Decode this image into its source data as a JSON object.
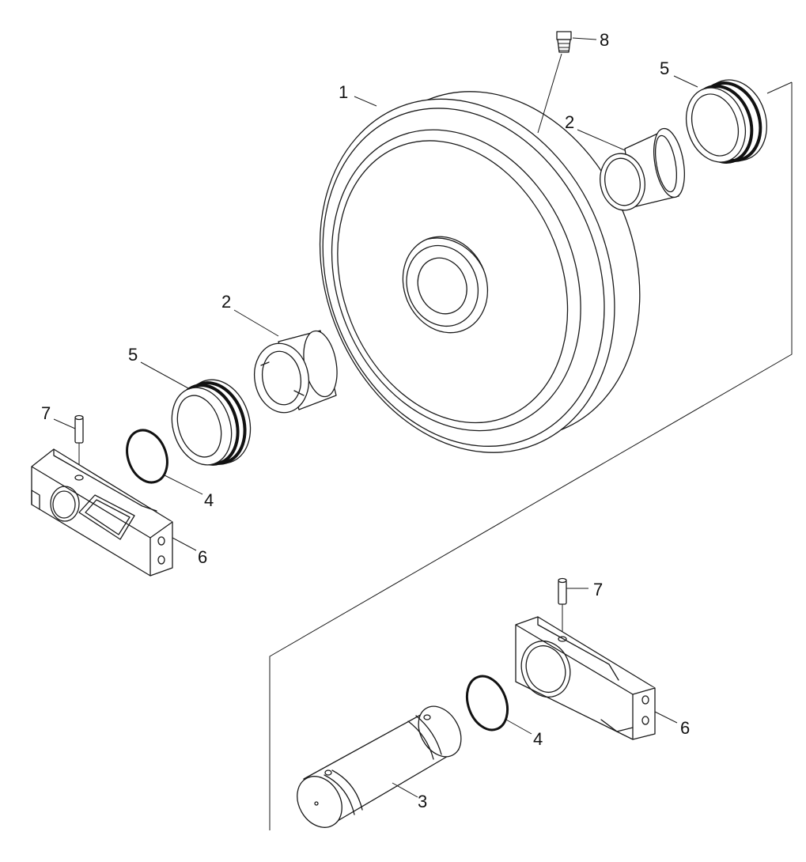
{
  "callouts": {
    "c1": "1",
    "c2a": "2",
    "c2b": "2",
    "c3": "3",
    "c4a": "4",
    "c4b": "4",
    "c5a": "5",
    "c5b": "5",
    "c6a": "6",
    "c6b": "6",
    "c7a": "7",
    "c7b": "7",
    "c8": "8"
  }
}
